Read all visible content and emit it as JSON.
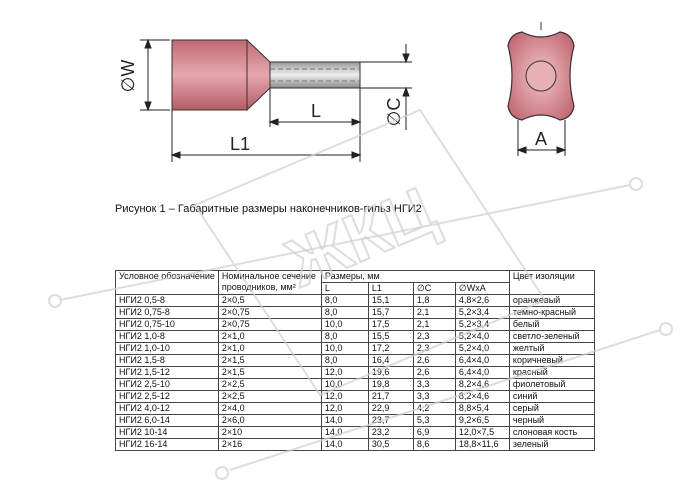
{
  "drawing": {
    "labels": {
      "w": "∅W",
      "l": "L",
      "l1": "L1",
      "c": "∅C",
      "a": "A"
    }
  },
  "caption": "Рисунок 1 – Габаритные размеры наконечников-гильз НГИ2",
  "table": {
    "headers": {
      "designation": "Условное обозначение",
      "section": "Номинальное сечение проводников, мм²",
      "dimensions": "Размеры, мм",
      "color": "Цвет изоляции",
      "l": "L",
      "l1": "L1",
      "c": "∅C",
      "wxa": "∅WxA"
    },
    "rows": [
      [
        "НГИ2 0,5-8",
        "2×0,5",
        "8,0",
        "15,1",
        "1,8",
        "4,8×2,6",
        "оранжевый"
      ],
      [
        "НГИ2 0,75-8",
        "2×0,75",
        "8,0",
        "15,7",
        "2,1",
        "5,2×3,4",
        "темно-красный"
      ],
      [
        "НГИ2 0,75-10",
        "2×0,75",
        "10,0",
        "17,5",
        "2,1",
        "5,2×3,4",
        "белый"
      ],
      [
        "НГИ2 1,0-8",
        "2×1,0",
        "8,0",
        "15,5",
        "2,3",
        "5,2×4,0",
        "светло-зеленый"
      ],
      [
        "НГИ2 1,0-10",
        "2×1,0",
        "10,0",
        "17,2",
        "2,3",
        "5,2×4,0",
        "желтый"
      ],
      [
        "НГИ2 1,5-8",
        "2×1,5",
        "8,0",
        "16,4",
        "2,6",
        "6,4×4,0",
        "коричневый"
      ],
      [
        "НГИ2 1,5-12",
        "2×1,5",
        "12,0",
        "19,6",
        "2,6",
        "6,4×4,0",
        "красный"
      ],
      [
        "НГИ2 2,5-10",
        "2×2,5",
        "10,0",
        "19,8",
        "3,3",
        "8,2×4,6",
        "фиолетовый"
      ],
      [
        "НГИ2 2,5-12",
        "2×2,5",
        "12,0",
        "21,7",
        "3,3",
        "8,2×4,6",
        "синий"
      ],
      [
        "НГИ2 4,0-12",
        "2×4,0",
        "12,0",
        "22,9",
        "4,2",
        "8,8×5,4",
        "серый"
      ],
      [
        "НГИ2 6,0-14",
        "2×6,0",
        "14,0",
        "23,7",
        "5,3",
        "9,2×6,5",
        "черный"
      ],
      [
        "НГИ2 10-14",
        "2×10",
        "14,0",
        "23,2",
        "6,9",
        "12,0×7,5",
        "слоновая кость"
      ],
      [
        "НГИ2 16-14",
        "2×16",
        "14,0",
        "30,5",
        "8,6",
        "18,8×11,6",
        "зеленый"
      ]
    ]
  },
  "watermark": {
    "text": "ЖКЦ"
  }
}
